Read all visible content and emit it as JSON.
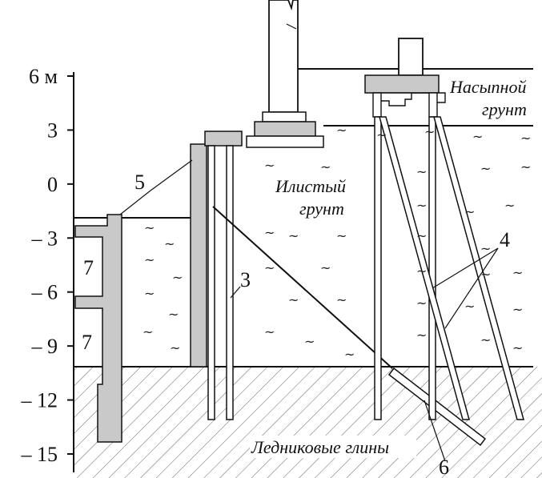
{
  "axis": {
    "ticks": [
      {
        "label": "6 м",
        "value": 6
      },
      {
        "label": "3",
        "value": 3
      },
      {
        "label": "0",
        "value": 0
      },
      {
        "label": "– 3",
        "value": -3
      },
      {
        "label": "– 6",
        "value": -6
      },
      {
        "label": "– 9",
        "value": -9
      },
      {
        "label": "– 12",
        "value": -12
      },
      {
        "label": "– 15",
        "value": -15
      }
    ]
  },
  "soils": {
    "fill_line1": "Насыпной",
    "fill_line2": "грунт",
    "silt_line1": "Илистый",
    "silt_line2": "грунт",
    "clay": "Ледниковые глины"
  },
  "callouts": {
    "n3": "3",
    "n4": "4",
    "n5": "5",
    "n6": "6",
    "n7a": "7",
    "n7b": "7"
  },
  "wave_glyph": "~",
  "colors": {
    "structure_fill": "#c9c9c9",
    "line": "#111111"
  }
}
